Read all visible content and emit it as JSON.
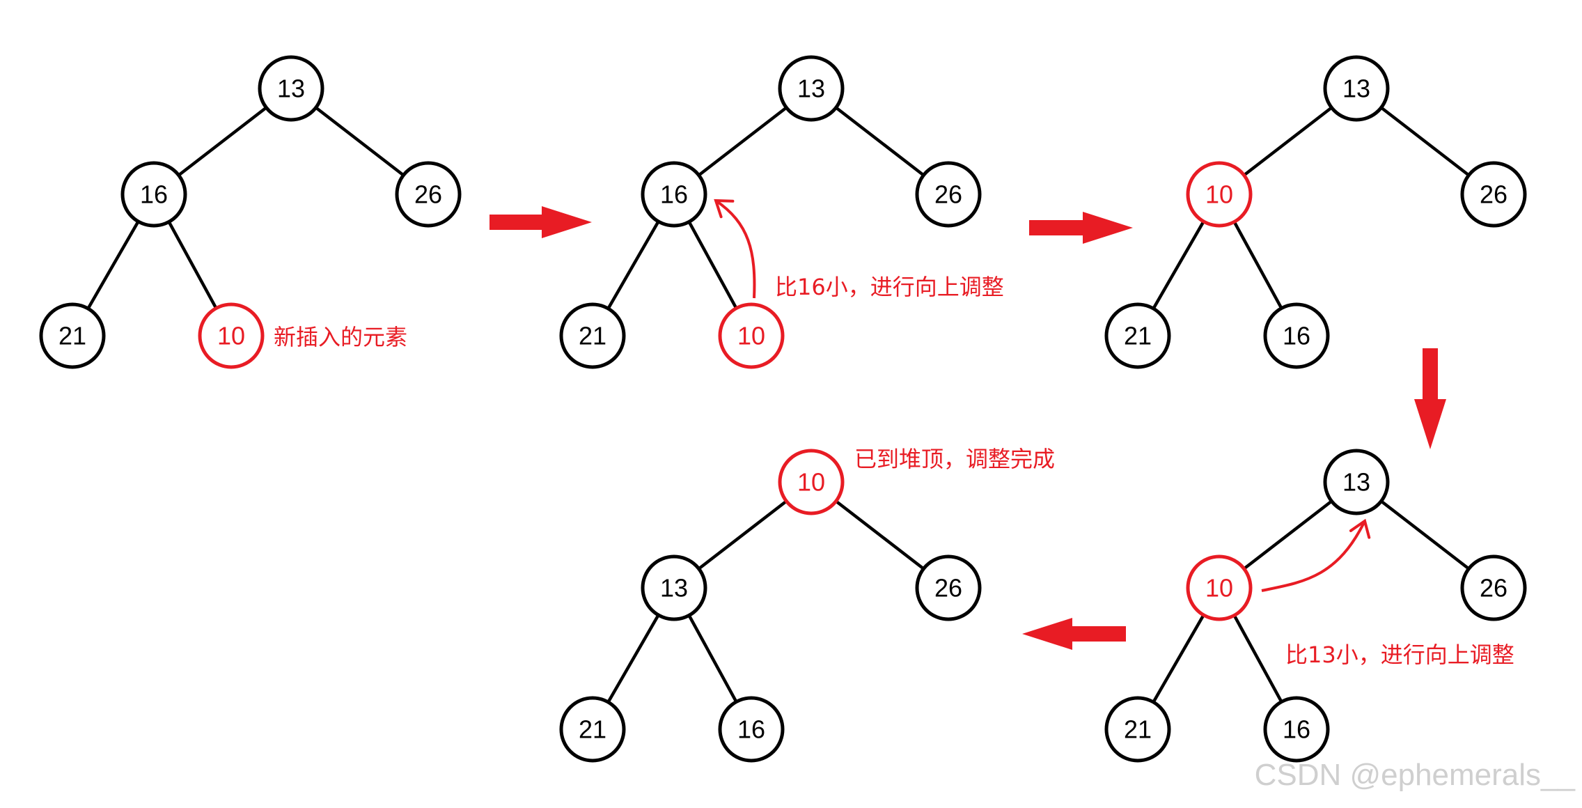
{
  "colors": {
    "normal_stroke": "#000000",
    "highlight_stroke": "#e81c24",
    "arrow_fill": "#e81c24",
    "annotation_text": "#e81c24",
    "watermark_text": "#cfcfcf"
  },
  "trees": [
    {
      "id": "step-1",
      "nodes": {
        "root": "13",
        "left": "16",
        "right": "26",
        "left_left": "21",
        "left_right": "10"
      },
      "highlight": [
        "left_right"
      ],
      "annotation": "新插入的元素"
    },
    {
      "id": "step-2",
      "nodes": {
        "root": "13",
        "left": "16",
        "right": "26",
        "left_left": "21",
        "left_right": "10"
      },
      "highlight": [
        "left_right"
      ],
      "annotation": "比16小，进行向上调整"
    },
    {
      "id": "step-3",
      "nodes": {
        "root": "13",
        "left": "10",
        "right": "26",
        "left_left": "21",
        "left_right": "16"
      },
      "highlight": [
        "left"
      ],
      "annotation": ""
    },
    {
      "id": "step-4",
      "nodes": {
        "root": "13",
        "left": "10",
        "right": "26",
        "left_left": "21",
        "left_right": "16"
      },
      "highlight": [
        "left"
      ],
      "annotation": "比13小，进行向上调整"
    },
    {
      "id": "step-5",
      "nodes": {
        "root": "10",
        "left": "13",
        "right": "26",
        "left_left": "21",
        "left_right": "16"
      },
      "highlight": [
        "root"
      ],
      "annotation": "已到堆顶，调整完成"
    }
  ],
  "watermark": "CSDN @ephemerals__"
}
